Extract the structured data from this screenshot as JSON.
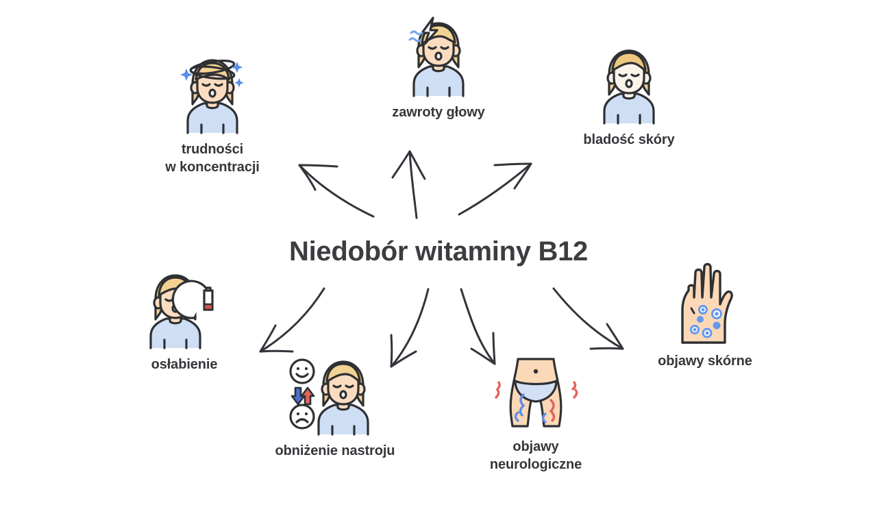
{
  "page": {
    "background_color": "#ffffff",
    "language": "pl"
  },
  "center": {
    "title": "Niedobór witaminy B12",
    "color": "#3c3d40"
  },
  "palette": {
    "outline": "#2e3033",
    "skin": "#fbdcc0",
    "skin_pale": "#faf3ea",
    "skin_hand": "#fbd9b8",
    "hair_light": "#f7e0a9",
    "hair_dark": "#eec87e",
    "shirt": "#cedef5",
    "accent_blue": "#5b8fe8",
    "accent_blue_light": "#7aa6ee",
    "accent_red": "#e4635c",
    "white": "#ffffff",
    "label_text": "#35363a"
  },
  "symptoms": [
    {
      "id": "concentration",
      "label": "trudności\nw koncentracji",
      "icon": "dizzy-woman-icon",
      "position": "top-left"
    },
    {
      "id": "dizziness",
      "label": "zawroty głowy",
      "icon": "headache-woman-icon",
      "position": "top-center"
    },
    {
      "id": "pale-skin",
      "label": "bladość skóry",
      "icon": "pale-woman-icon",
      "position": "top-right"
    },
    {
      "id": "weakness",
      "label": "osłabienie",
      "icon": "low-battery-woman-icon",
      "position": "middle-left"
    },
    {
      "id": "mood",
      "label": "obniżenie nastroju",
      "icon": "mood-swing-woman-icon",
      "position": "bottom-left"
    },
    {
      "id": "neurological",
      "label": "objawy\nneurologiczne",
      "icon": "hips-nerve-pain-icon",
      "position": "bottom-center"
    },
    {
      "id": "skin",
      "label": "objawy skórne",
      "icon": "spotted-hand-icon",
      "position": "middle-right"
    }
  ],
  "arrows": {
    "count": 7,
    "style": "hand-drawn-curved",
    "color": "#2e3033"
  }
}
